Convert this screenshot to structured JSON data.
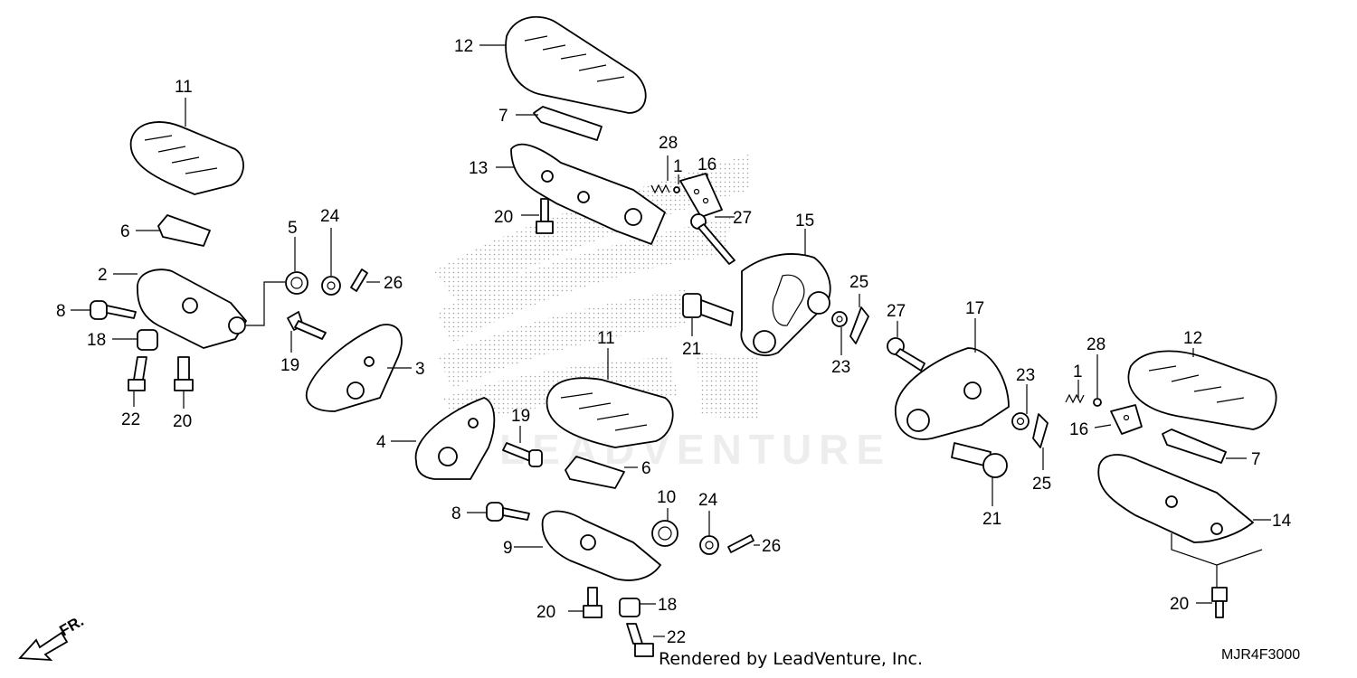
{
  "diagram": {
    "code": "MJR4F3000",
    "credit": "Rendered by LeadVenture, Inc.",
    "watermark": "LEADVENTURE",
    "direction_label": "FR.",
    "callouts": {
      "c1a": "1",
      "c1b": "1",
      "c2": "2",
      "c3": "3",
      "c4": "4",
      "c5": "5",
      "c6a": "6",
      "c6b": "6",
      "c7a": "7",
      "c7b": "7",
      "c8a": "8",
      "c8b": "8",
      "c9": "9",
      "c10": "10",
      "c11a": "11",
      "c11b": "11",
      "c12a": "12",
      "c12b": "12",
      "c13": "13",
      "c14": "14",
      "c15": "15",
      "c16a": "16",
      "c16b": "16",
      "c17": "17",
      "c18a": "18",
      "c18b": "18",
      "c19a": "19",
      "c19b": "19",
      "c20a": "20",
      "c20b": "20",
      "c20c": "20",
      "c20d": "20",
      "c21a": "21",
      "c21b": "21",
      "c22a": "22",
      "c22b": "22",
      "c23a": "23",
      "c23b": "23",
      "c24a": "24",
      "c24b": "24",
      "c25a": "25",
      "c25b": "25",
      "c26a": "26",
      "c26b": "26",
      "c27a": "27",
      "c27b": "27",
      "c28a": "28",
      "c28b": "28"
    }
  }
}
